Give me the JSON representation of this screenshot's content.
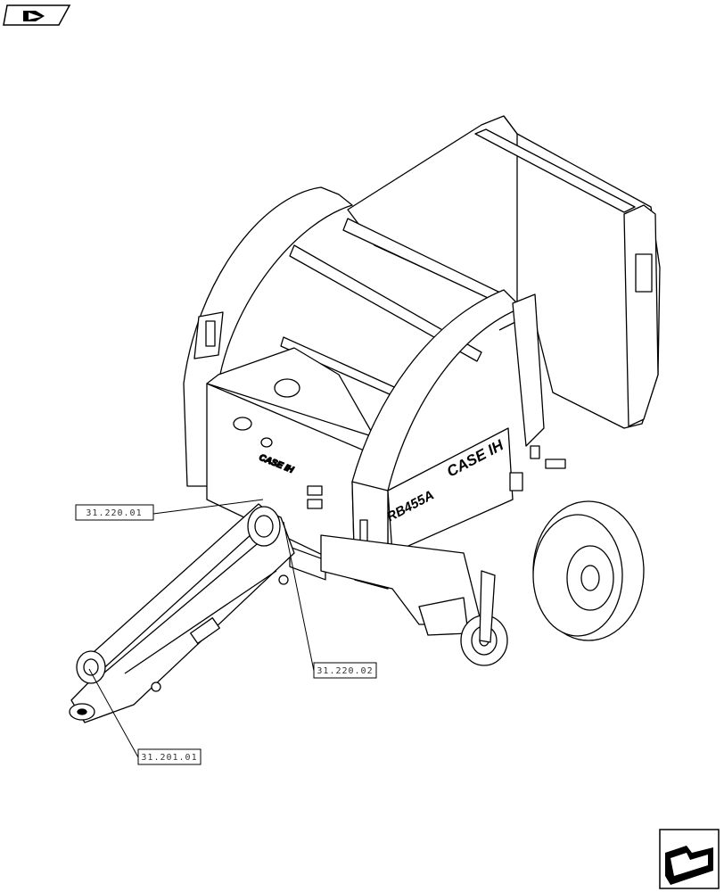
{
  "callouts": [
    {
      "label": "31.220.01"
    },
    {
      "label": "31.220.02"
    },
    {
      "label": "31.201.01"
    }
  ],
  "machine": {
    "model_label": "RB455A",
    "brand_label": "CASE IH"
  },
  "icons": {
    "top_left": "book-reference-icon",
    "bottom_right": "navigation-arrow-icon"
  }
}
